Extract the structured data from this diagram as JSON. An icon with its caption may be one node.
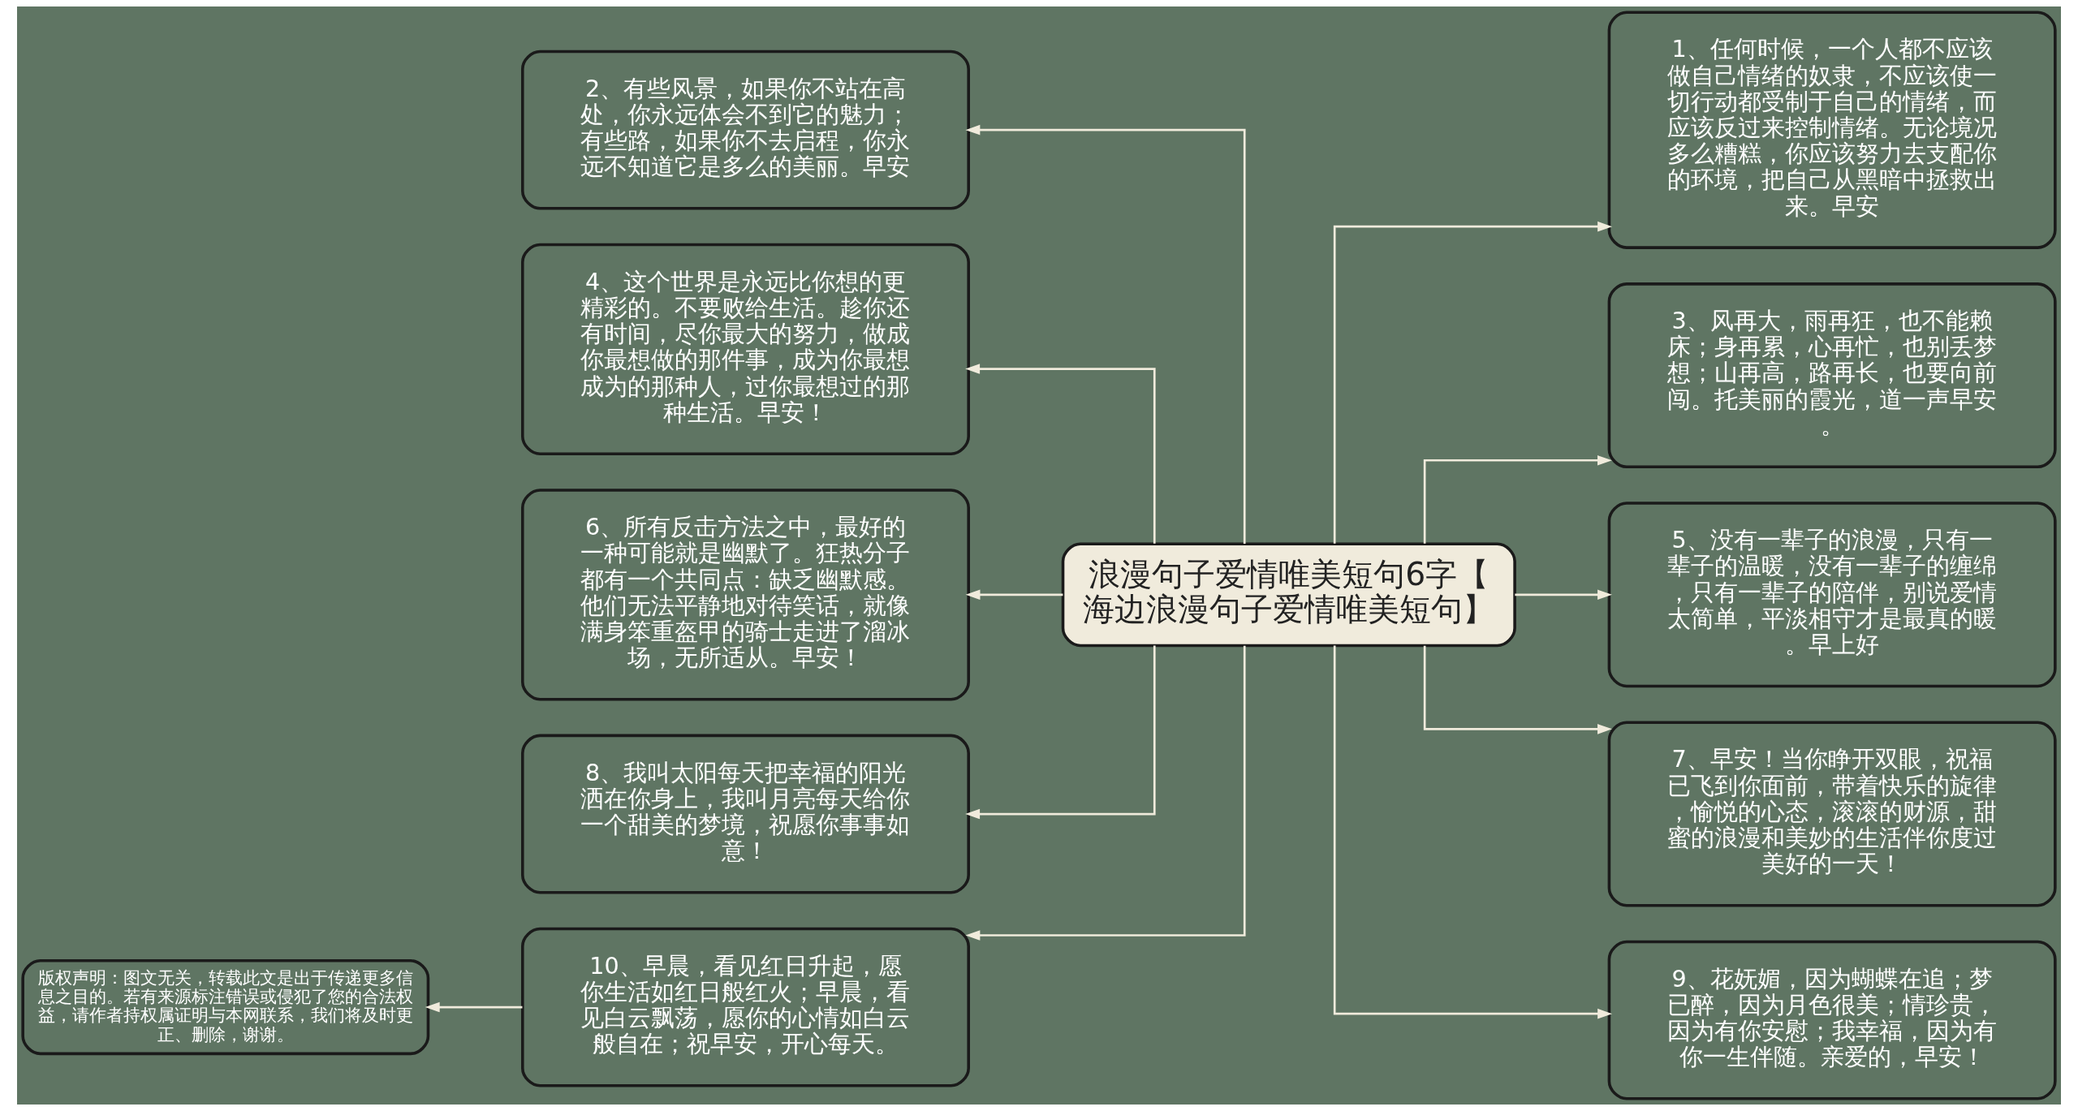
{
  "diagram": {
    "nodes": [
      {
        "text": [
          "浪漫句子爱情唯美短句6字【海边浪漫句子爱情唯美短句】"
        ]
      },
      {
        "text": [
          "2、有些风景，如果你不站在高处，你永远体会不到它的魅力；有些路，如果你不去启程，你永远不知道它是多么的美丽。早安"
        ]
      },
      {
        "text": [
          "4、这个世界是永远比你想的更精彩的。不要败给生活。趁你还有时间，尽你最大的努力，做成你最想做的那件事，成为你最想成为的那种人，过你最想过的那种生活。早安！"
        ]
      },
      {
        "text": [
          "6、所有反击方法之中，最好的一种可能就是幽默了。狂热分子都有一个共同点：缺乏幽默感。他们无法平静地对待笑话，就像满身笨重盔甲的骑士走进了溜冰场，无所适从。早安！"
        ]
      },
      {
        "text": [
          "8、我叫太阳每天把幸福的阳光洒在你身上，我叫月亮每天给你一个甜美的梦境，祝愿你事事如意！"
        ]
      },
      {
        "text": [
          "10、早晨，看见红日升起，愿你生活如红日般红火；早晨，看见白云飘荡，愿你的心情如白云般自在；祝早安，开心每天。"
        ]
      },
      {
        "text": [
          "1、任何时候，一个人都不应该做自己情绪的奴隶，不应该使一切行动都受制于自己的情绪，而应该反过来控制情绪。无论境况多么糟糕，你应该努力去支配你的环境，把自己从黑暗中拯救出来。早安"
        ]
      },
      {
        "text": [
          "3、风再大，雨再狂，也不能赖床；身再累，心再忙，也别丢梦想；山再高，路再长，也要向前闯。托美丽的霞光，道一声早安。"
        ]
      },
      {
        "text": [
          "5、没有一辈子的浪漫，只有一辈子的温暖，没有一辈子的缠绵，只有一辈子的陪伴，别说爱情太简单，平淡相守才是最真的暖。早上好"
        ]
      },
      {
        "text": [
          "7、早安！当你睁开双眼，祝福已飞到你面前，带着快乐的旋律，愉悦的心态，滚滚的财源，甜蜜的浪漫和美妙的生活伴你度过美好的一天！"
        ]
      },
      {
        "text": [
          "9、花妩媚，因为蝴蝶在追；梦已醉，因为月色很美；情珍贵，因为有你安慰；我幸福，因为有你一生伴随。亲爱的，早安！"
        ]
      },
      {
        "text": [
          "版权声明：图文无关，转载此文是出于传递更多信息之目的。若有来源标注错误或侵犯了您的合法权益，请作者持权属证明与本网联系，我们将及时更正、删除，谢谢。"
        ]
      }
    ],
    "edges": [
      {
        "from": 0,
        "to": 1,
        "arrow": "to"
      },
      {
        "from": 0,
        "to": 2,
        "arrow": "to"
      },
      {
        "from": 0,
        "to": 3,
        "arrow": "to"
      },
      {
        "from": 0,
        "to": 4,
        "arrow": "to"
      },
      {
        "from": 0,
        "to": 5,
        "arrow": "to"
      },
      {
        "from": 0,
        "to": 6,
        "arrow": "to"
      },
      {
        "from": 0,
        "to": 7,
        "arrow": "to"
      },
      {
        "from": 0,
        "to": 8,
        "arrow": "to"
      },
      {
        "from": 0,
        "to": 9,
        "arrow": "to"
      },
      {
        "from": 0,
        "to": 10,
        "arrow": "to"
      },
      {
        "from": 5,
        "to": 11,
        "arrow": "to"
      }
    ]
  }
}
